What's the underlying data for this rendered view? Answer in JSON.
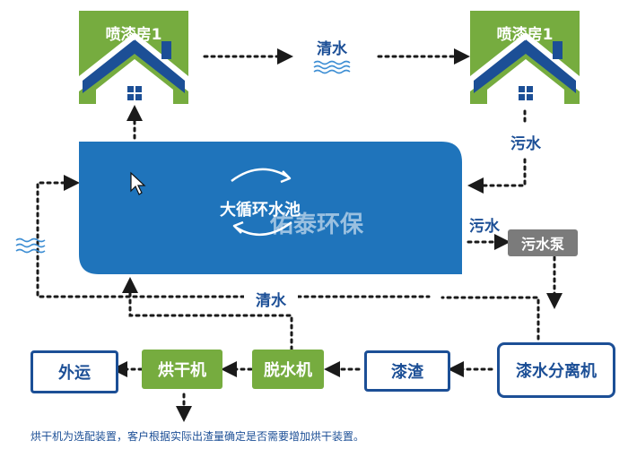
{
  "rooms": {
    "left_label": "喷漆房1",
    "right_label": "喷漆房1"
  },
  "pool": {
    "label": "大循环水池",
    "watermark": "佑泰环保"
  },
  "flows": {
    "clean_top": "清水",
    "sewage_right": "污水",
    "sewage_mid": "污水",
    "clean_bottom": "清水"
  },
  "equipment": {
    "sewage_pump": "污水泵",
    "separator": "漆水分离机",
    "sludge": "漆渣",
    "dewatering": "脱水机",
    "dryer": "烘干机",
    "outbound": "外运"
  },
  "footnote": "烘干机为选配装置，客户根据实际出渣量确定是否需要增加烘干装置。",
  "colors": {
    "green": "#76ac3f",
    "blue": "#1f74bb",
    "navy": "#1c4f96",
    "grey": "#7b7b7b"
  }
}
